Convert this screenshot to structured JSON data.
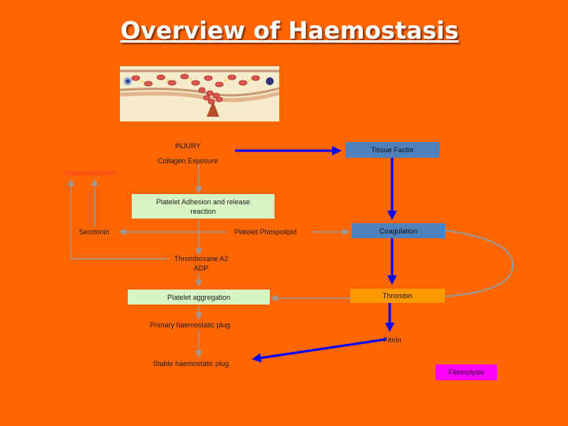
{
  "title": "Overview of Haemostasis",
  "diagram": {
    "injury": "INJURY",
    "collagen": "Collagen Exposure",
    "vasoconstriction": "Vasoconstriction",
    "adhesion": "Platelet Adhesion and release reaction",
    "serotonin": "Serotonin",
    "phospholipid": "Platelet Phospolipid",
    "thromboxane_l1": "Thromboxane A2",
    "thromboxane_l2": "ADP",
    "aggregation": "Platelet aggregation",
    "primary_plug": "Primary haemostatic plug",
    "stable_plug": "Stable haemostatic plug",
    "tissue_factor": "Tissue Factor",
    "coagulation": "Coagulation",
    "thrombin": "Thrombin",
    "fibrin": "Fibrin",
    "fibrinolysis": "Fibrinolysis"
  },
  "colors": {
    "background": "#ff6600",
    "platelet_box": "#d8f5c4",
    "coag_box": "#4f81bd",
    "thrombin_box": "#ff9900",
    "fibrinolysis_box": "#ff00ff",
    "primary_arrow": "#0000ff",
    "secondary_arrow": "#999999"
  },
  "image": {
    "description_icon": "blood-vessel-injury-illustration"
  }
}
